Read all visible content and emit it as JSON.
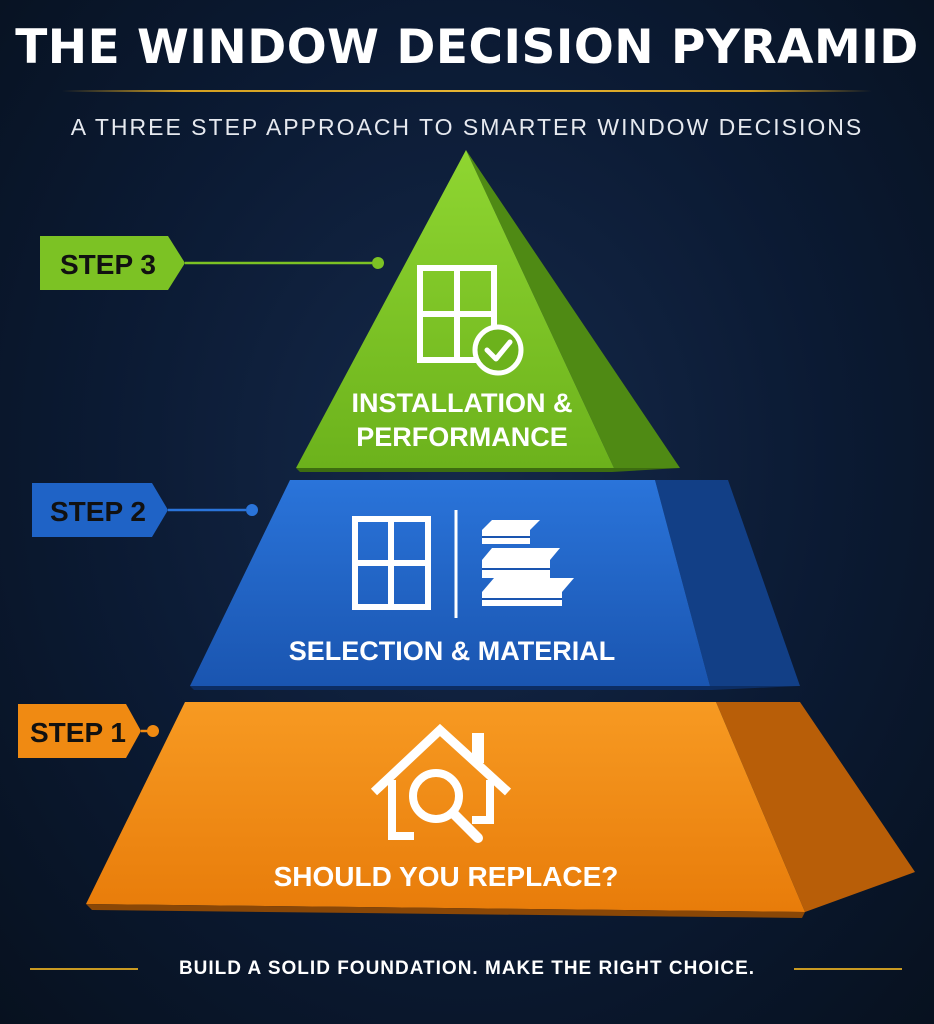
{
  "title": "THE WINDOW DECISION PYRAMID",
  "subtitle": "A THREE STEP APPROACH TO SMARTER WINDOW DECISIONS",
  "levels": [
    {
      "step": "STEP 3",
      "line1": "INSTALLATION &",
      "line2": "PERFORMANCE",
      "color": "#7cc224",
      "side_color": "#4f8a14"
    },
    {
      "step": "STEP 2",
      "label": "SELECTION & MATERIAL",
      "color": "#1f63c6",
      "side_color": "#123f86"
    },
    {
      "step": "STEP 1",
      "label": "SHOULD YOU REPLACE?",
      "color": "#f08a12",
      "side_color": "#b85e08"
    }
  ],
  "footer": "BUILD A SOLID FOUNDATION. MAKE THE RIGHT CHOICE.",
  "colors": {
    "gold": "#d4a020",
    "background": "#0b1a33"
  },
  "icons": [
    "window-check-icon",
    "window-icon",
    "material-stack-icon",
    "house-search-icon"
  ]
}
